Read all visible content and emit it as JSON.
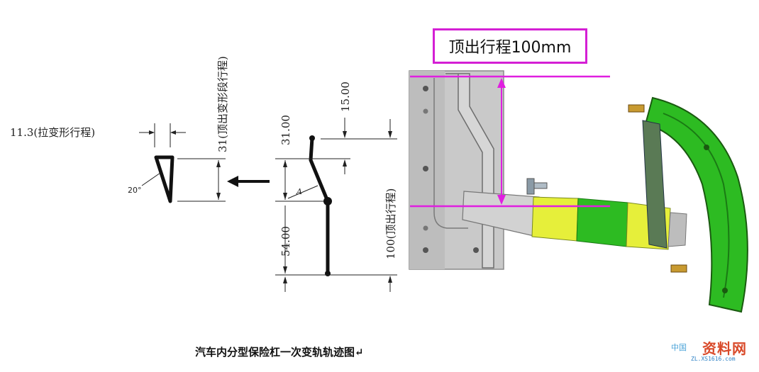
{
  "labels": {
    "pull_stroke": "11.3(拉变形行程)",
    "deform_stroke": "31(顶出变形段行程)",
    "angle": "20°",
    "angle_A": "A",
    "dim_15": "15.00",
    "dim_31": "31.00",
    "dim_54": "54.00",
    "dim_100": "100(顶出行程)"
  },
  "stroke_box": {
    "text": "顶出行程100mm",
    "border_color": "#d41fd4"
  },
  "caption": "汽车内分型保险杠一次变轨轨迹图↵",
  "watermark": {
    "main": "资料网",
    "sub": "ZL.XS1616.com",
    "cn": "中国"
  },
  "colors": {
    "magenta": "#e01fe0",
    "green_part": "#2dbb22",
    "dark_green": "#1a7a14",
    "yellow": "#e6ef3a",
    "mould_grey": "#c8c8c8"
  }
}
